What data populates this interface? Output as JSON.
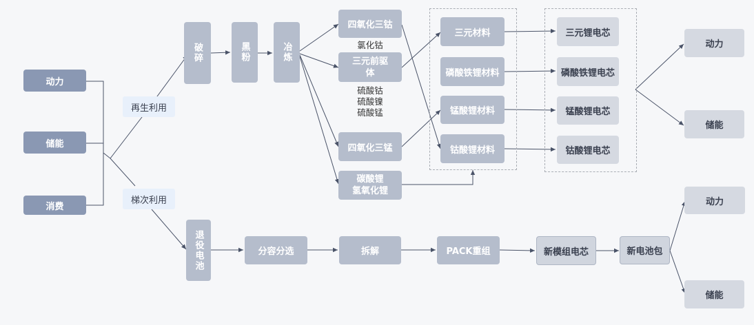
{
  "sources": {
    "s1": "动力",
    "s2": "储能",
    "s3": "消费"
  },
  "routes": {
    "recycle": "再生利用",
    "cascade": "梯次利用"
  },
  "recycle_chain": {
    "crush": "破碎",
    "black_powder": "黑粉",
    "smelt": "冶炼"
  },
  "intermediates": {
    "co3o4": "四氧化三钴",
    "precursor": "三元前驱体",
    "mn3o4": "四氧化三锰",
    "li_salts": "碳酸锂\n氢氧化锂",
    "note_cocl": "氯化钴",
    "note_sulfates": "硫酸钴\n硫酸镍\n硫酸锰"
  },
  "materials": {
    "ternary": "三元材料",
    "lfp": "磷酸铁锂材料",
    "lmo": "锰酸锂材料",
    "lco": "钴酸锂材料"
  },
  "cells": {
    "ternary": "三元锂电芯",
    "lfp": "磷酸铁锂电芯",
    "lmo": "锰酸锂电芯",
    "lco": "钴酸锂电芯"
  },
  "uses_top": {
    "u1": "动力",
    "u2": "储能"
  },
  "cascade_chain": {
    "retired": "退役电池",
    "sort": "分容分选",
    "disassemble": "拆解",
    "pack": "PACK重组",
    "module": "新模组电芯",
    "pack_new": "新电池包"
  },
  "uses_bottom": {
    "u1": "动力",
    "u2": "储能"
  },
  "colors": {
    "source": "#8a98b3",
    "process": "#b5bdcc",
    "light": "#d5d9e1",
    "line": "#4a5368",
    "pill": "#e8f0fb"
  }
}
